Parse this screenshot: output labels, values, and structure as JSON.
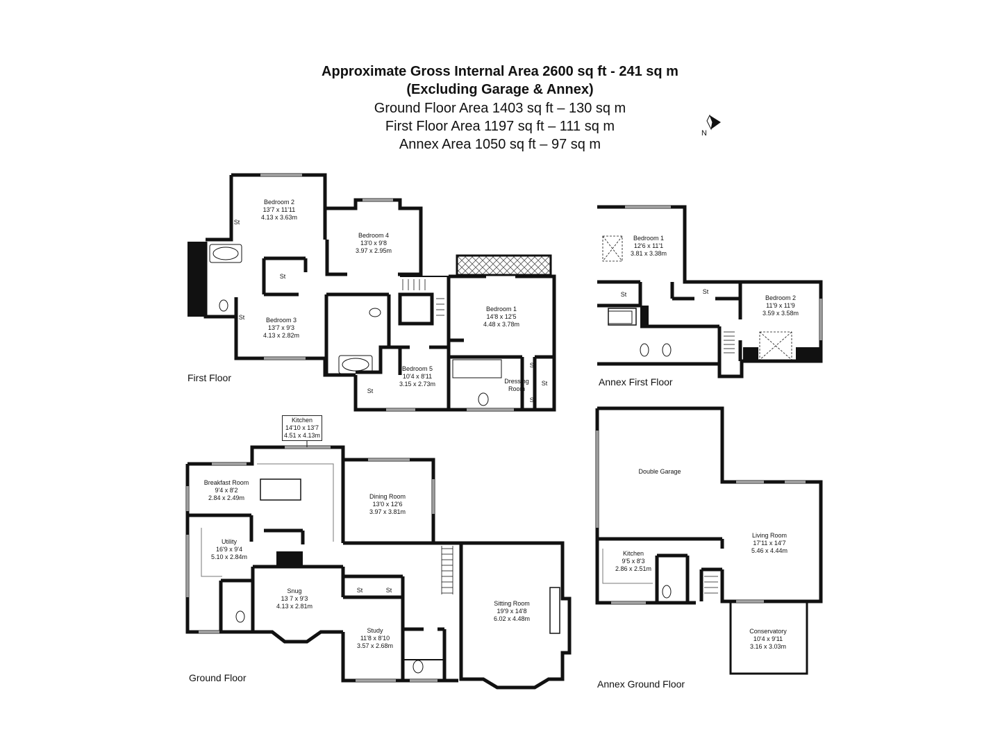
{
  "header": {
    "line1": "Approximate Gross Internal Area 2600 sq ft - 241 sq m",
    "line2": "(Excluding Garage & Annex)",
    "line3": "Ground Floor Area 1403 sq ft – 130 sq m",
    "line4": "First Floor Area 1197 sq ft – 111 sq m",
    "line5": "Annex Area 1050 sq ft – 97 sq m"
  },
  "compass": {
    "label": "N"
  },
  "floors": {
    "first": "First Floor",
    "ground": "Ground Floor",
    "annex_first": "Annex First Floor",
    "annex_ground": "Annex Ground Floor"
  },
  "store_label": "St",
  "first_floor_rooms": [
    {
      "name": "Bedroom 2",
      "imperial": "13'7 x 11'11",
      "metric": "4.13 x 3.63m"
    },
    {
      "name": "Bedroom 4",
      "imperial": "13'0 x 9'8",
      "metric": "3.97 x 2.95m"
    },
    {
      "name": "Bedroom 3",
      "imperial": "13'7 x 9'3",
      "metric": "4.13 x 2.82m"
    },
    {
      "name": "Bedroom 1",
      "imperial": "14'8 x 12'5",
      "metric": "4.48 x 3.78m"
    },
    {
      "name": "Bedroom 5",
      "imperial": "10'4 x 8'11",
      "metric": "3.15 x 2.73m"
    },
    {
      "name": "Dressing",
      "imperial": "Room",
      "metric": ""
    }
  ],
  "ground_floor_rooms": [
    {
      "name": "Kitchen",
      "imperial": "14'10 x 13'7",
      "metric": "4.51 x 4.13m"
    },
    {
      "name": "Breakfast Room",
      "imperial": "9'4 x 8'2",
      "metric": "2.84 x 2.49m"
    },
    {
      "name": "Dining Room",
      "imperial": "13'0 x 12'6",
      "metric": "3.97 x 3.81m"
    },
    {
      "name": "Utility",
      "imperial": "16'9 x 9'4",
      "metric": "5.10 x 2.84m"
    },
    {
      "name": "Snug",
      "imperial": "13 7 x 9'3",
      "metric": "4.13 x 2.81m"
    },
    {
      "name": "Study",
      "imperial": "11'8 x 8'10",
      "metric": "3.57 x 2.68m"
    },
    {
      "name": "Sitting Room",
      "imperial": "19'9 x 14'8",
      "metric": "6.02 x 4.48m"
    }
  ],
  "annex_first_rooms": [
    {
      "name": "Bedroom 1",
      "imperial": "12'6 x 11'1",
      "metric": "3.81 x 3.38m"
    },
    {
      "name": "Bedroom 2",
      "imperial": "11'9 x 11'9",
      "metric": "3.59 x 3.58m"
    }
  ],
  "annex_ground_rooms": [
    {
      "name": "Double Garage",
      "imperial": "",
      "metric": ""
    },
    {
      "name": "Kitchen",
      "imperial": "9'5 x 8'3",
      "metric": "2.86 x 2.51m"
    },
    {
      "name": "Living Room",
      "imperial": "17'11 x 14'7",
      "metric": "5.46 x 4.44m"
    },
    {
      "name": "Conservatory",
      "imperial": "10'4 x 9'11",
      "metric": "3.16 x 3.03m"
    }
  ]
}
